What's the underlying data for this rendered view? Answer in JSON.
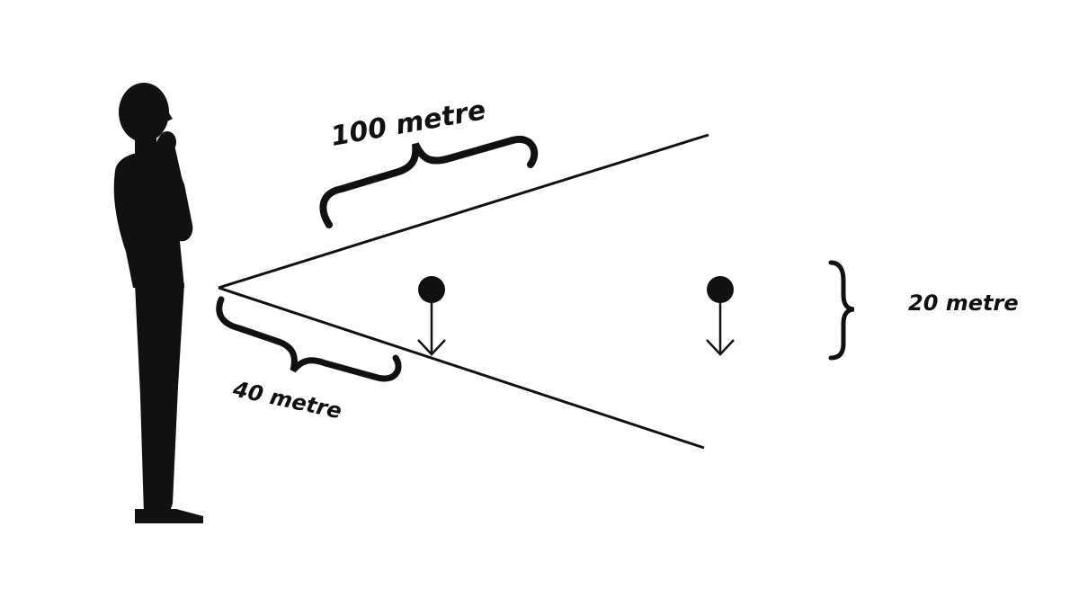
{
  "labels": {
    "top_distance": "100 metre",
    "bottom_distance": "40 metre",
    "height": "20 metre"
  },
  "colors": {
    "ink": "#111111",
    "background": "#ffffff"
  },
  "icons": {
    "figure": "standing-man-silhouette-icon",
    "marker": "ball-with-down-arrow-icon"
  }
}
